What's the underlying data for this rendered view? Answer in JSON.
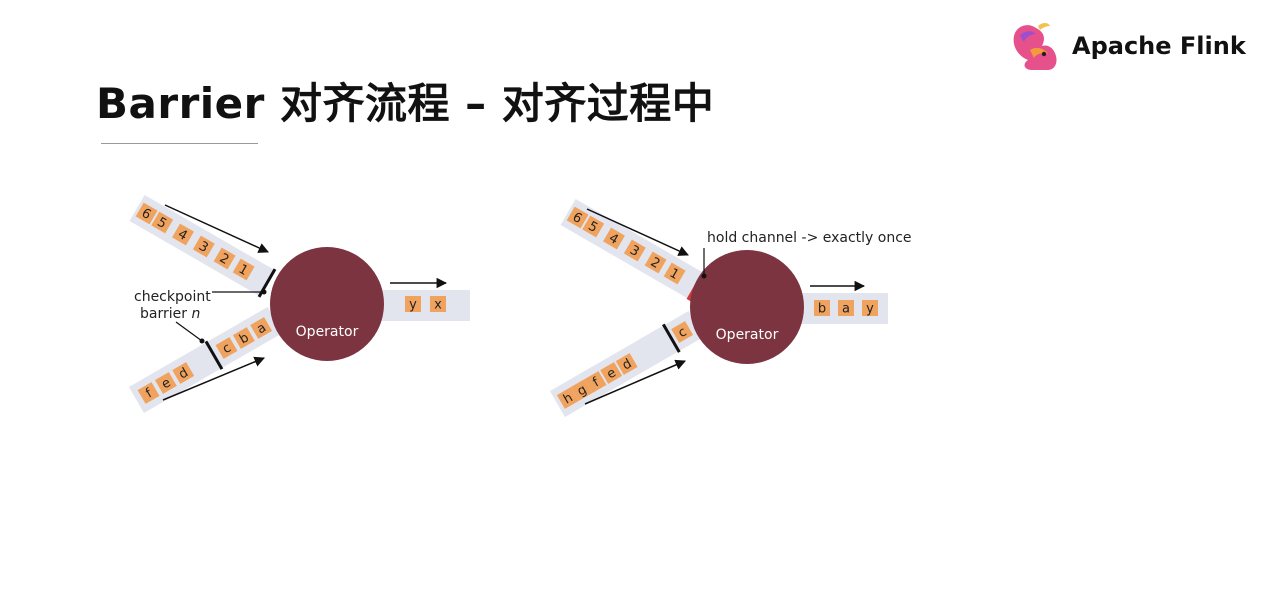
{
  "title": "Barrier 对齐流程 – 对齐过程中",
  "brand": {
    "name": "Apache Flink",
    "logo_icon": "squirrel-logo-icon"
  },
  "colors": {
    "operator": "#7b3440",
    "token": "#f0a35e",
    "channel": "#e2e4ee",
    "held_barrier": "#d03a3a"
  },
  "left_diagram": {
    "operator_label": "Operator",
    "upper_input": [
      "6",
      "5",
      "4",
      "3",
      "2",
      "1"
    ],
    "lower_input": [
      "f",
      "e",
      "d",
      "c",
      "b",
      "a"
    ],
    "output": [
      "y",
      "x"
    ],
    "annotation": {
      "line1": "checkpoint",
      "line2": "barrier",
      "line2_italic": "n"
    }
  },
  "right_diagram": {
    "operator_label": "Operator",
    "upper_input": [
      "6",
      "5",
      "4",
      "3",
      "2",
      "1"
    ],
    "lower_input": [
      "h",
      "g",
      "f",
      "e",
      "d",
      "c"
    ],
    "output": [
      "b",
      "a",
      "y"
    ],
    "annotation": "hold channel -> exactly once"
  }
}
